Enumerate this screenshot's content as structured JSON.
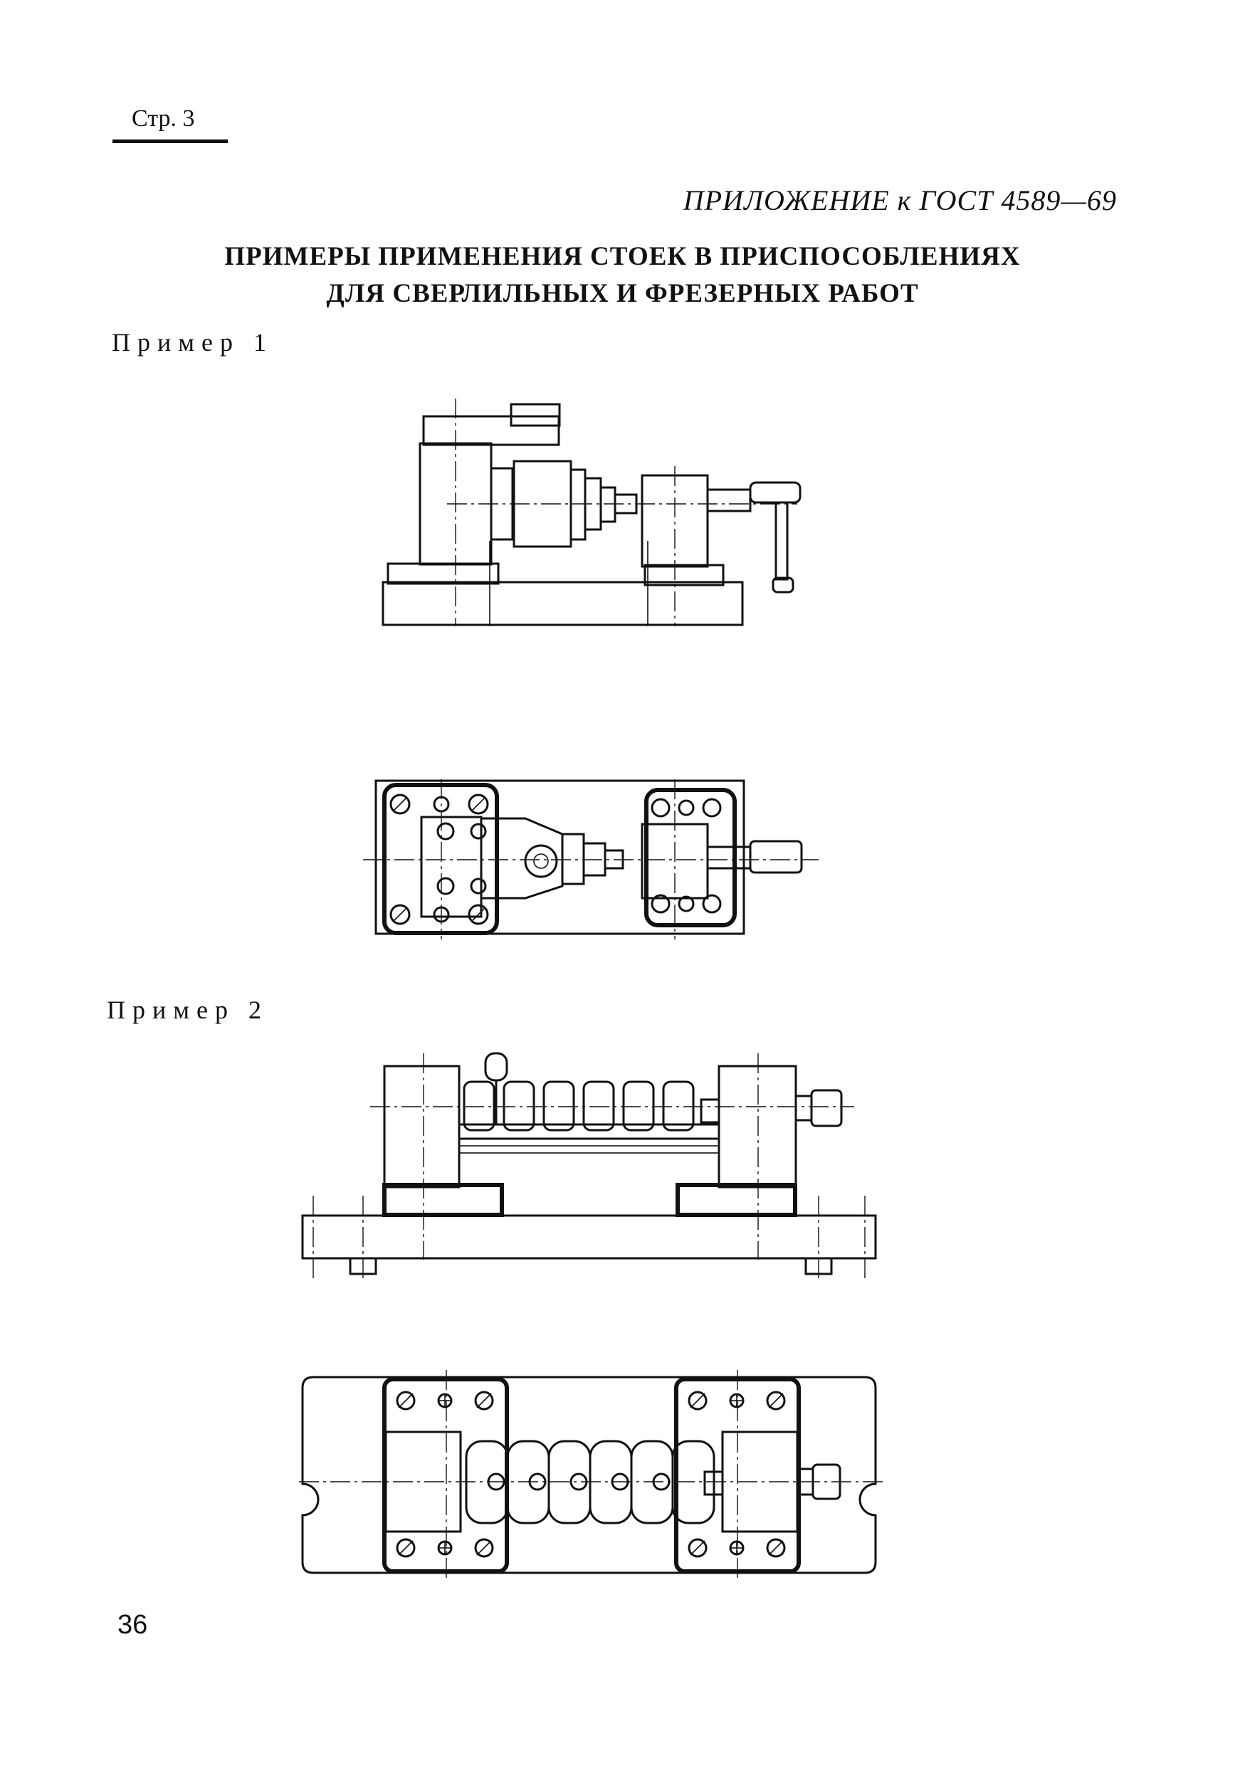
{
  "header": {
    "page_label": "Стр. 3",
    "appendix": "ПРИЛОЖЕНИЕ к ГОСТ 4589—69"
  },
  "title": {
    "line1": "ПРИМЕРЫ ПРИМЕНЕНИЯ СТОЕК В ПРИСПОСОБЛЕНИЯХ",
    "line2": "ДЛЯ СВЕРЛИЛЬНЫХ И ФРЕЗЕРНЫХ РАБОТ"
  },
  "examples": [
    {
      "label": "Пример 1"
    },
    {
      "label": "Пример 2"
    }
  ],
  "footer": {
    "page_number": "36"
  }
}
